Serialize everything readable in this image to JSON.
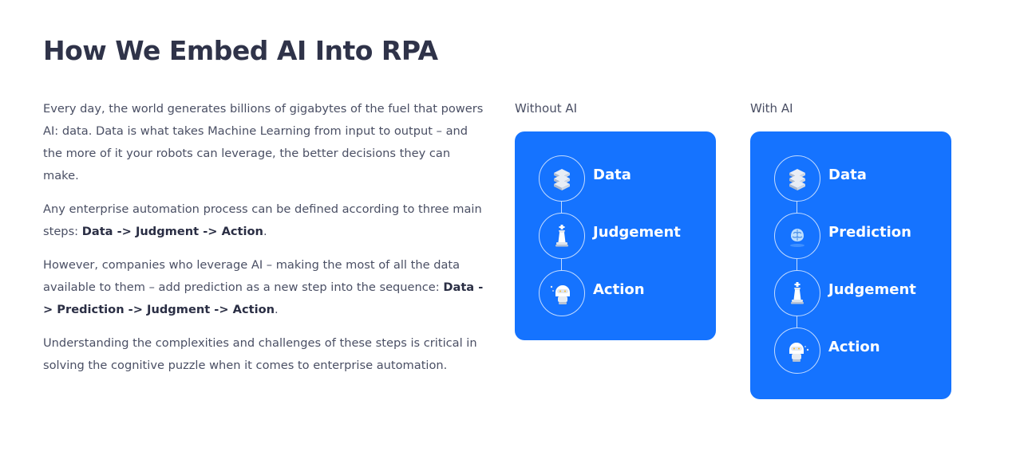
{
  "page": {
    "title": "How We Embed AI Into RPA"
  },
  "intro": {
    "p1": "Every day, the world generates billions of gigabytes of the fuel that powers AI: data. Data is what takes Machine Learning from input to output – and the more of it your robots can leverage, the better decisions they can make.",
    "p2_text": "Any enterprise automation process can be defined according to three main steps: ",
    "p2_bold": "Data -> Judgment -> Action",
    "p2_end": ".",
    "p3_text": "However, companies who leverage AI – making the most of all the data available to them – add prediction as a new step into the sequence: ",
    "p3_bold": "Data -> Prediction -> Judgment -> Action",
    "p3_end": ".",
    "p4": "Understanding the complexities and challenges of these steps is critical in solving the cognitive puzzle when it comes to enterprise automation."
  },
  "without_ai": {
    "label": "Without AI",
    "steps": [
      {
        "label": "Data",
        "icon": "data-stack-icon"
      },
      {
        "label": "Judgement",
        "icon": "chess-piece-icon"
      },
      {
        "label": "Action",
        "icon": "robot-head-icon"
      }
    ]
  },
  "with_ai": {
    "label": "With AI",
    "steps": [
      {
        "label": "Data",
        "icon": "data-stack-icon"
      },
      {
        "label": "Prediction",
        "icon": "brain-icon"
      },
      {
        "label": "Judgement",
        "icon": "chess-piece-icon"
      },
      {
        "label": "Action",
        "icon": "robot-head-icon"
      }
    ]
  },
  "colors": {
    "card_blue": "#1573ff",
    "title": "#2f3349",
    "body_text": "#4a4f64"
  }
}
